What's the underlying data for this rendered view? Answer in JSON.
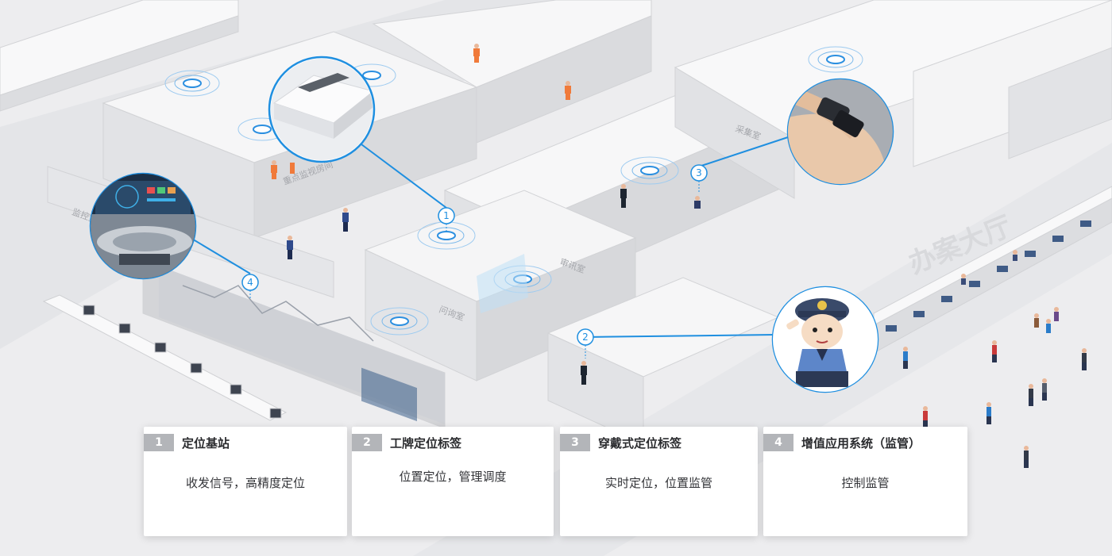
{
  "colors": {
    "accent": "#1f8fe0",
    "background": "#ececee",
    "wall": "#f7f7f8",
    "wall_side": "#d7d8db",
    "card_badge": "#b3b5b9"
  },
  "room_labels": {
    "monitor_room": "监控室",
    "key_monitor_room": "重点监视房间",
    "collection_room": "采集室",
    "interrogation_room": "审讯室",
    "inquiry_room": "问询室",
    "case_hall": "办案大厅"
  },
  "markers": [
    "1",
    "2",
    "3",
    "4"
  ],
  "icons": {
    "base_station": "ceiling-base-station-icon",
    "badge_tag": "police-officer-badge-icon",
    "wearable_tag": "wristband-tag-icon",
    "monitor_system": "control-room-icon"
  },
  "cards": [
    {
      "num": "1",
      "title": "定位基站",
      "desc": "收发信号，高精度定位"
    },
    {
      "num": "2",
      "title": "工牌定位标签",
      "desc": "位置定位，管理调度"
    },
    {
      "num": "3",
      "title": "穿戴式定位标签",
      "desc": "实时定位，位置监管"
    },
    {
      "num": "4",
      "title": "增值应用系统（监管）",
      "desc": "控制监管"
    }
  ]
}
